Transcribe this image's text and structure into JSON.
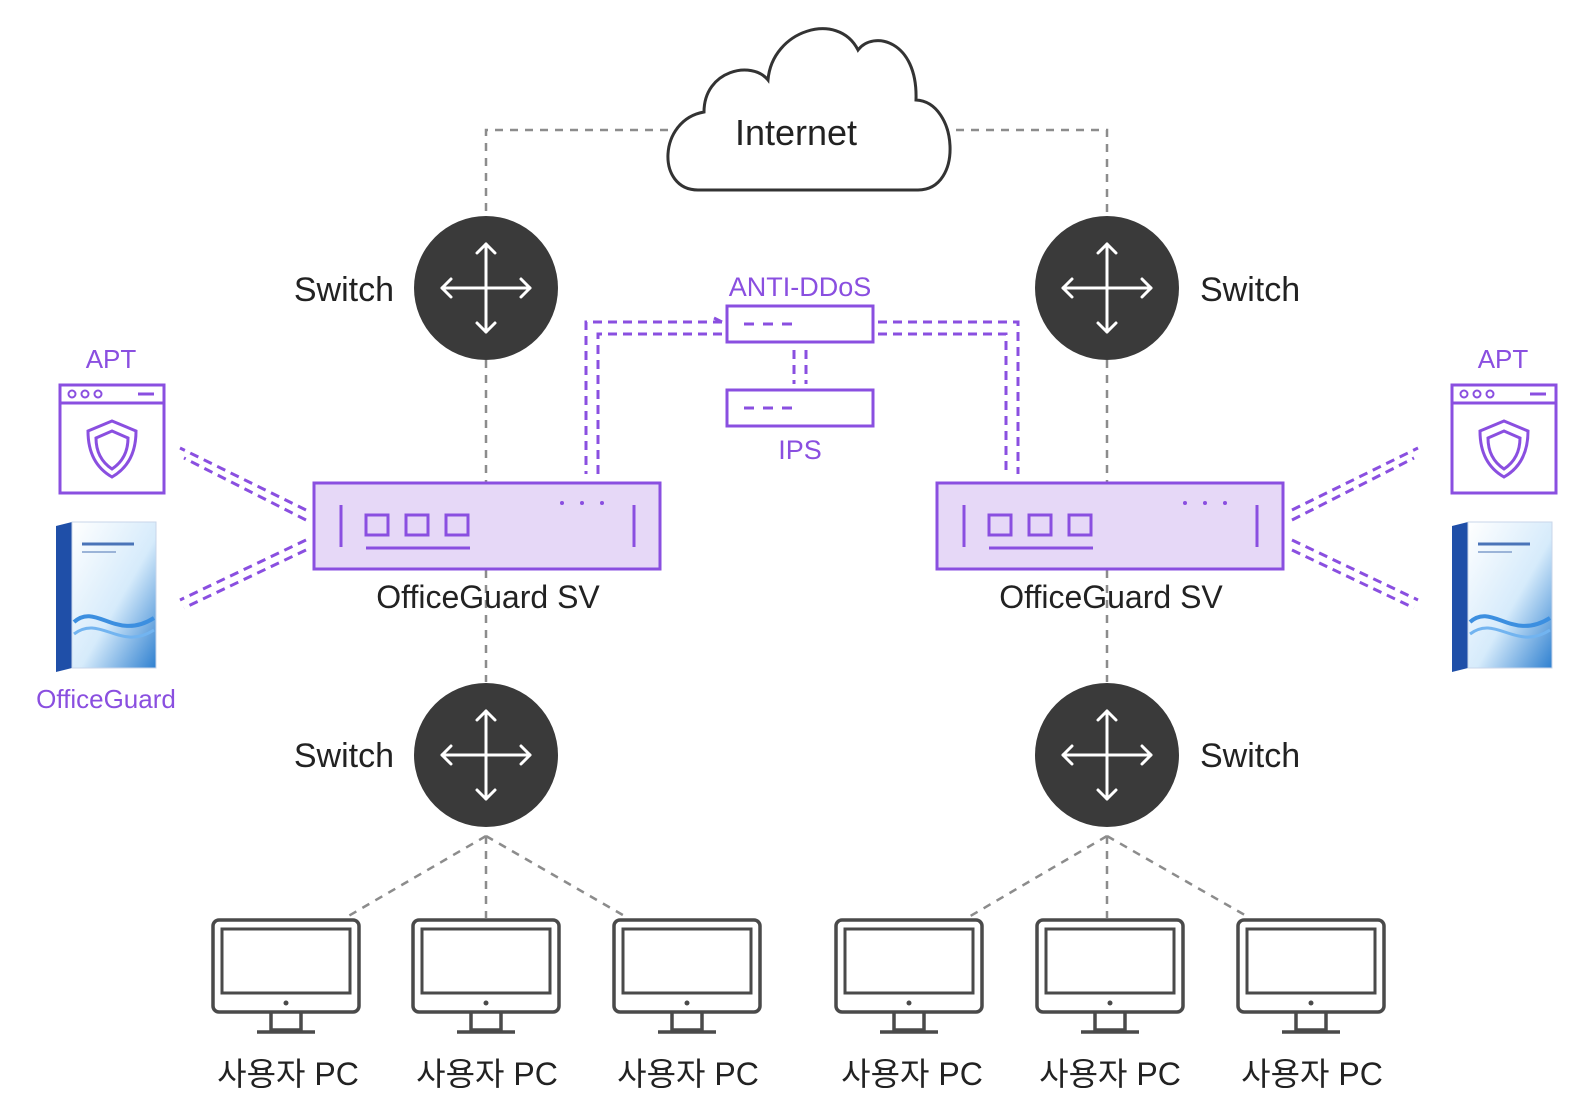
{
  "labels": {
    "internet": "Internet",
    "switch": "Switch",
    "anti_ddos": "ANTI-DDoS",
    "ips": "IPS",
    "apt": "APT",
    "officeguard_sv": "OfficeGuard SV",
    "officeguard": "OfficeGuard",
    "user_pc": "사용자 PC"
  },
  "colors": {
    "accent": "#8a4fe0",
    "switch": "#3a3a3a",
    "line": "#8c8c8c",
    "sv_fill": "#e6d8f7"
  },
  "icons": [
    "cloud-icon",
    "switch-icon",
    "shield-window-icon",
    "software-box-icon",
    "monitor-icon"
  ]
}
